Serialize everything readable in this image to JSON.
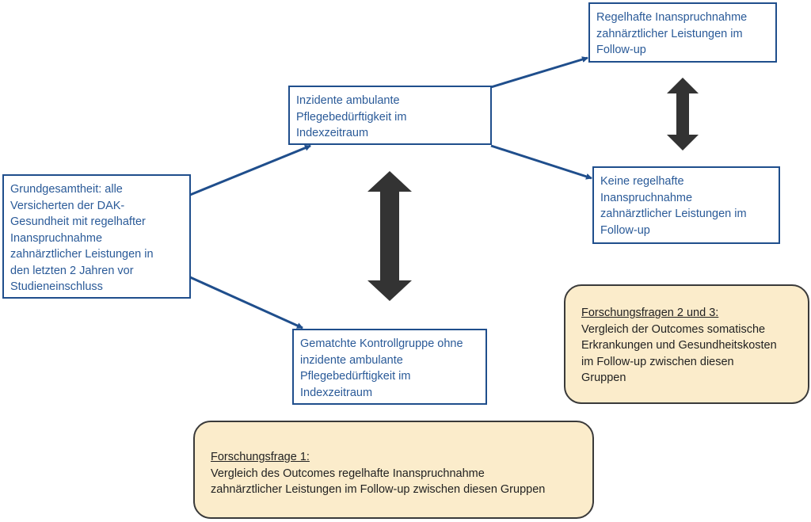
{
  "boxes": {
    "population": {
      "lines": [
        "Grundgesamtheit: alle",
        "Versicherten der DAK-",
        "Gesundheit mit regelhafter",
        "Inanspruchnahme",
        "zahnärztlicher Leistungen  in",
        "den letzten 2 Jahren vor",
        "Studieneinschluss"
      ]
    },
    "incident": {
      "lines": [
        "Inzidente ambulante",
        "Pflegebedürftigkeit im",
        "Indexzeitraum"
      ]
    },
    "control": {
      "lines": [
        "Gematchte Kontrollgruppe ohne",
        "inzidente ambulante",
        "Pflegebedürftigkeit im",
        "Indexzeitraum"
      ]
    },
    "regular": {
      "lines": [
        "Regelhafte Inanspruchnahme",
        "zahnärztlicher Leistungen im",
        "Follow-up"
      ]
    },
    "no_regular": {
      "lines": [
        "Keine regelhafte",
        "Inanspruchnahme",
        "zahnärztlicher Leistungen  im",
        "Follow-up"
      ]
    }
  },
  "notes": {
    "q1": {
      "heading": "Forschungsfrage 1:",
      "lines": [
        "Vergleich des Outcomes regelhafte Inanspruchnahme",
        "zahnärztlicher Leistungen  im Follow-up zwischen diesen Gruppen"
      ]
    },
    "q23": {
      "heading": "Forschungsfragen 2 und 3:",
      "lines": [
        "Vergleich der Outcomes somatische",
        "Erkrankungen und Gesundheitskosten",
        "im Follow-up zwischen diesen",
        "Gruppen"
      ]
    }
  },
  "colors": {
    "box_border": "#1f4e8c",
    "box_text": "#2a5a98",
    "note_fill": "#fbeccb",
    "note_border": "#3a3a3a",
    "double_arrow": "#333333"
  }
}
